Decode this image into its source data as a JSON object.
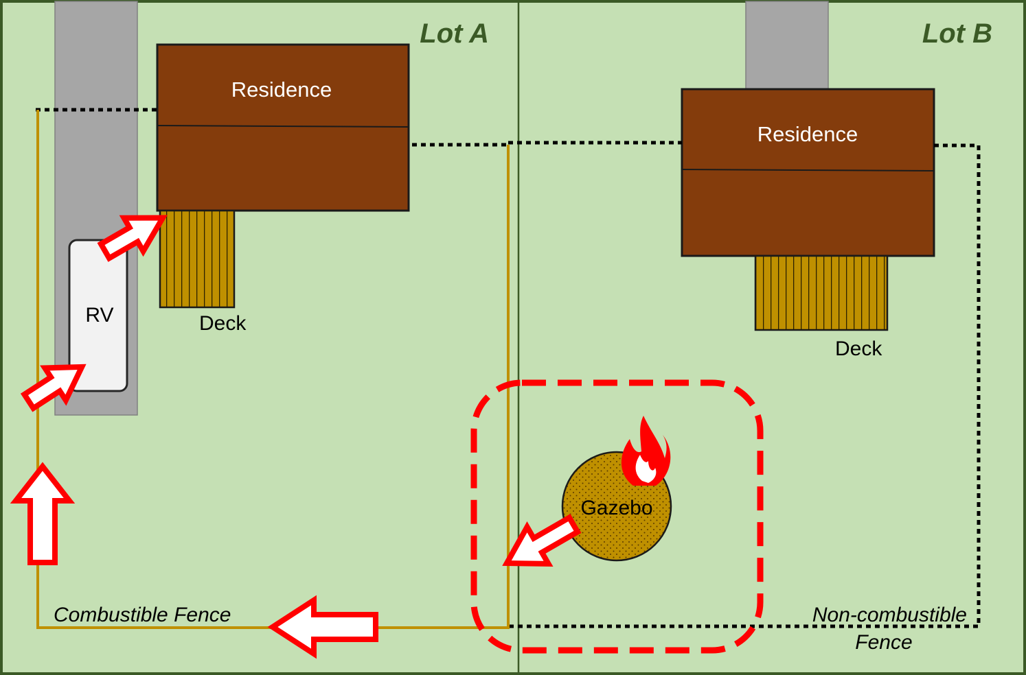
{
  "lots": {
    "a_title": "Lot A",
    "b_title": "Lot B"
  },
  "lot_a": {
    "residence_label": "Residence",
    "deck_label": "Deck",
    "rv_label": "RV",
    "fence_label": "Combustible Fence"
  },
  "lot_b": {
    "residence_label": "Residence",
    "deck_label": "Deck",
    "gazebo_label": "Gazebo",
    "fence_label_line1": "Non-combustible",
    "fence_label_line2": "Fence"
  },
  "colors": {
    "grass": "#c5e0b4",
    "border": "#3b5a26",
    "lot_title": "#3b5a26",
    "driveway": "#a6a6a6",
    "residence": "#843c0c",
    "deck": "#bf9000",
    "rv": "#f2f2f2",
    "combustible_fence": "#bf9000",
    "noncombustible_fence": "#000000",
    "fire_spread_arrow": "#ff0000",
    "fire_zone": "#ff0000"
  },
  "icons": {
    "fire": "flame-icon",
    "spread": "fire-spread-arrow"
  }
}
